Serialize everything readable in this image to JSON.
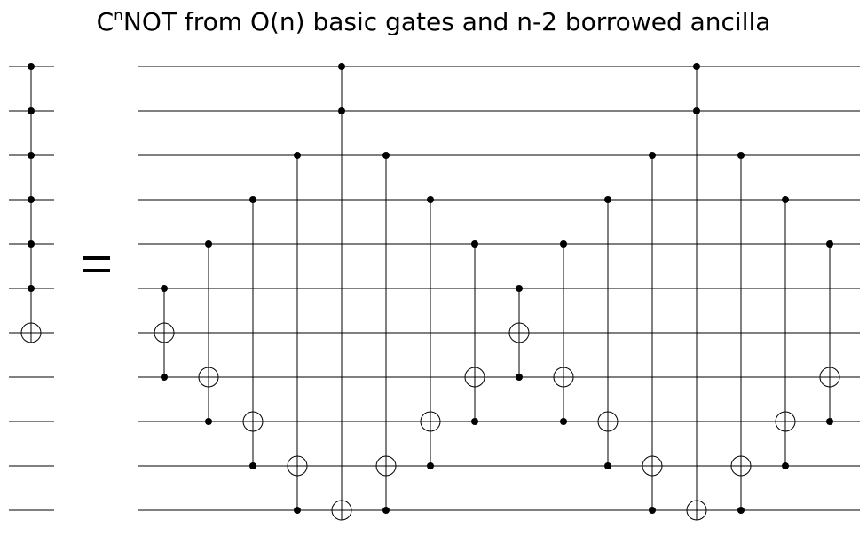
{
  "title": {
    "prefix": "C",
    "superscript": "n",
    "rest": "NOT from O(n) basic gates and n-2 borrowed ancilla"
  },
  "equals_symbol": "=",
  "diagram": {
    "wire_count": 11,
    "lhs_gate": {
      "controls": [
        0,
        1,
        2,
        3,
        4,
        5
      ],
      "target": 6
    },
    "rhs_gates": [
      {
        "controls": [
          5,
          7
        ],
        "target": 6
      },
      {
        "controls": [
          4,
          8
        ],
        "target": 7
      },
      {
        "controls": [
          3,
          9
        ],
        "target": 8
      },
      {
        "controls": [
          2,
          10
        ],
        "target": 9
      },
      {
        "controls": [
          0,
          1
        ],
        "target": 10
      },
      {
        "controls": [
          2,
          10
        ],
        "target": 9
      },
      {
        "controls": [
          3,
          9
        ],
        "target": 8
      },
      {
        "controls": [
          4,
          8
        ],
        "target": 7
      },
      {
        "controls": [
          5,
          7
        ],
        "target": 6
      },
      {
        "controls": [
          4,
          8
        ],
        "target": 7
      },
      {
        "controls": [
          3,
          9
        ],
        "target": 8
      },
      {
        "controls": [
          2,
          10
        ],
        "target": 9
      },
      {
        "controls": [
          0,
          1
        ],
        "target": 10
      },
      {
        "controls": [
          2,
          10
        ],
        "target": 9
      },
      {
        "controls": [
          3,
          9
        ],
        "target": 8
      },
      {
        "controls": [
          4,
          8
        ],
        "target": 7
      }
    ]
  }
}
